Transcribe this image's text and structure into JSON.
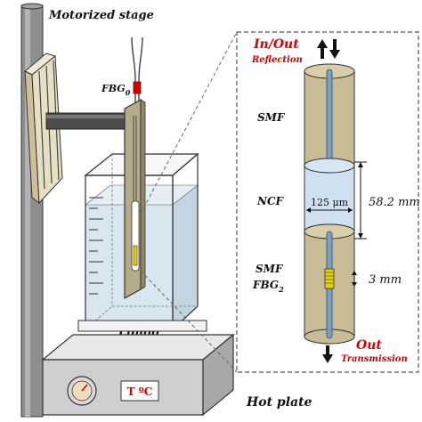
{
  "labels": {
    "motorized_stage": "Motorized stage",
    "fbg0_main": "FBG",
    "fbg0_sub": "0",
    "liquid": "Liquid",
    "temperature": "T ºC",
    "hot_plate": "Hot plate",
    "in_out": "In/Out",
    "reflection": "Reflection",
    "smf_top": "SMF",
    "ncf": "NCF",
    "core_diameter": "125 μm",
    "ncf_length": "58.2 mm",
    "smf_bottom": "SMF",
    "fbg2_main": "FBG",
    "fbg2_sub": "2",
    "fbg2_length": "3 mm",
    "out": "Out",
    "transmission": "Transmission"
  },
  "colors": {
    "pole": "#8a8a8a",
    "stage": "#e4dcc0",
    "arm": "#555555",
    "plate": "#b8ad8a",
    "liquid": "#d6e4ef",
    "fiber": "#7f9fc2",
    "fbg": "#e6d200",
    "accent_red": "#d40000",
    "hotplate": "#cfcfcf"
  }
}
